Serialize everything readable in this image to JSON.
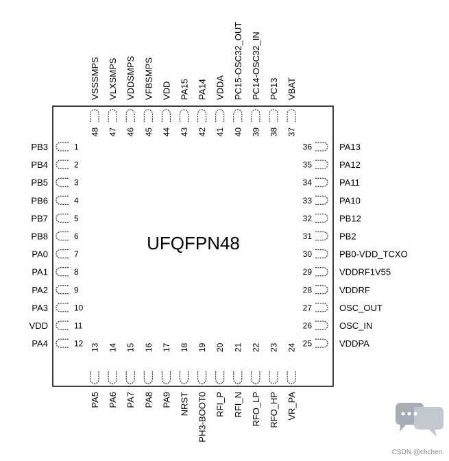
{
  "package_name": "UFQFPN48",
  "watermark": "CSDN @chchen.",
  "colors": {
    "outline": "#000000",
    "background": "#ffffff",
    "logo": "#a6adb6"
  },
  "left_pins": [
    [
      "1",
      "PB3"
    ],
    [
      "2",
      "PB4"
    ],
    [
      "3",
      "PB5"
    ],
    [
      "4",
      "PB6"
    ],
    [
      "5",
      "PB7"
    ],
    [
      "6",
      "PB8"
    ],
    [
      "7",
      "PA0"
    ],
    [
      "8",
      "PA1"
    ],
    [
      "9",
      "PA2"
    ],
    [
      "10",
      "PA3"
    ],
    [
      "11",
      "VDD"
    ],
    [
      "12",
      "PA4"
    ]
  ],
  "bottom_pins": [
    [
      "13",
      "PA5"
    ],
    [
      "14",
      "PA6"
    ],
    [
      "15",
      "PA7"
    ],
    [
      "16",
      "PA8"
    ],
    [
      "17",
      "PA9"
    ],
    [
      "18",
      "NRST"
    ],
    [
      "19",
      "PH3-BOOT0"
    ],
    [
      "20",
      "RFI_P"
    ],
    [
      "21",
      "RFI_N"
    ],
    [
      "22",
      "RFO_LP"
    ],
    [
      "23",
      "RFO_HP"
    ],
    [
      "24",
      "VR_PA"
    ]
  ],
  "right_pins": [
    [
      "36",
      "PA13"
    ],
    [
      "35",
      "PA12"
    ],
    [
      "34",
      "PA11"
    ],
    [
      "33",
      "PA10"
    ],
    [
      "32",
      "PB12"
    ],
    [
      "31",
      "PB2"
    ],
    [
      "30",
      "PB0-VDD_TCXO"
    ],
    [
      "29",
      "VDDRF1V55"
    ],
    [
      "28",
      "VDDRF"
    ],
    [
      "27",
      "OSC_OUT"
    ],
    [
      "26",
      "OSC_IN"
    ],
    [
      "25",
      "VDDPA"
    ]
  ],
  "top_pins": [
    [
      "48",
      "VSSSMPS"
    ],
    [
      "47",
      "VLXSMPS"
    ],
    [
      "46",
      "VDDSMPS"
    ],
    [
      "45",
      "VFBSMPS"
    ],
    [
      "44",
      "VDD"
    ],
    [
      "43",
      "PA15"
    ],
    [
      "42",
      "PA14"
    ],
    [
      "41",
      "VDDA"
    ],
    [
      "40",
      "PC15-OSC32_OUT"
    ],
    [
      "39",
      "PC14-OSC32_IN"
    ],
    [
      "38",
      "PC13"
    ],
    [
      "37",
      "VBAT"
    ]
  ]
}
